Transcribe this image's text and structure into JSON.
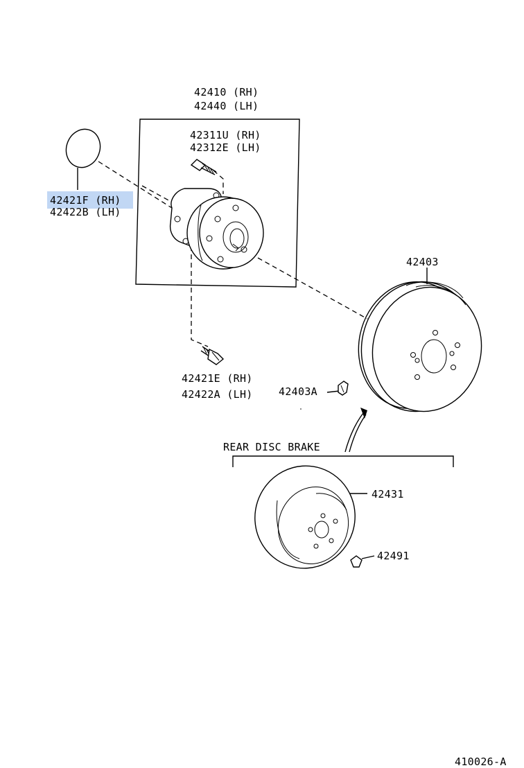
{
  "diagram": {
    "hub_assembly": {
      "rh": "42410 (RH)",
      "lh": "42440 (LH)"
    },
    "hub_bolt": {
      "rh": "42311U (RH)",
      "lh": "42312E (LH)"
    },
    "seal": {
      "rh": "42421F (RH)",
      "lh": "42422B (LH)",
      "highlighted": true
    },
    "hub_mount_bolt": {
      "rh": "42421E (RH)",
      "lh": "42422A (LH)"
    },
    "brake_drum": {
      "part": "42403"
    },
    "drum_plug": {
      "part": "42403A"
    },
    "rear_disc_brake_title": "REAR DISC BRAKE",
    "disc_rotor": {
      "part": "42431"
    },
    "rotor_clip": {
      "part": "42491"
    },
    "figure_code": "410026-A",
    "highlight_color": "#1f6fd6"
  }
}
